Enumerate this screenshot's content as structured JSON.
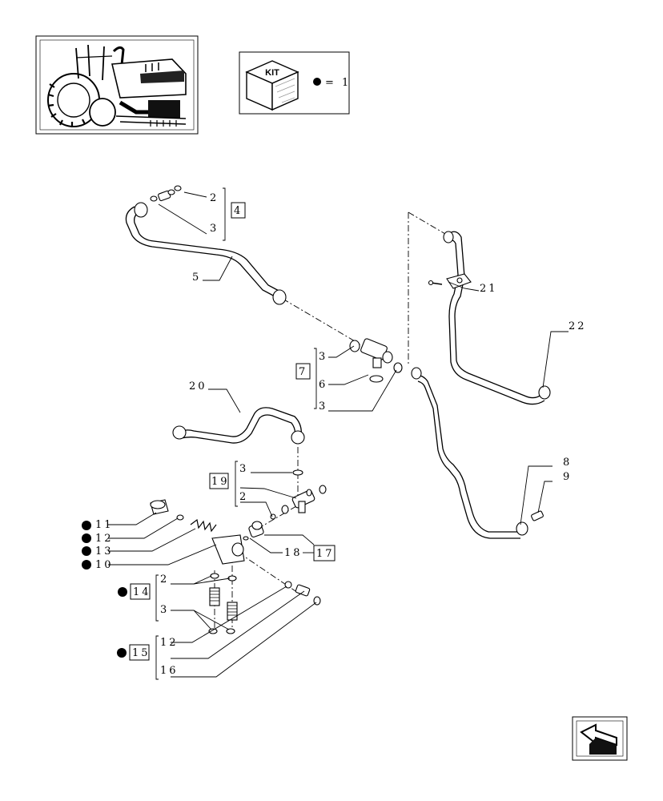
{
  "kit_legend": {
    "kit_label": "KIT",
    "equals_text": "= 1"
  },
  "callouts": {
    "c2a": "2",
    "c3a": "3",
    "c4": "4",
    "c5": "5",
    "c3b": "3",
    "c7": "7",
    "c6": "6",
    "c3c": "3",
    "c21": "21",
    "c22": "22",
    "c20": "20",
    "c19": "19",
    "c3d": "3",
    "c2b": "2",
    "c8": "8",
    "c9": "9",
    "c11": "11",
    "c12a": "12",
    "c13": "13",
    "c10": "10",
    "c18": "18",
    "c17": "17",
    "c14": "14",
    "c2c": "2",
    "c3e": "3",
    "c15": "15",
    "c12b": "12",
    "c16": "16"
  }
}
